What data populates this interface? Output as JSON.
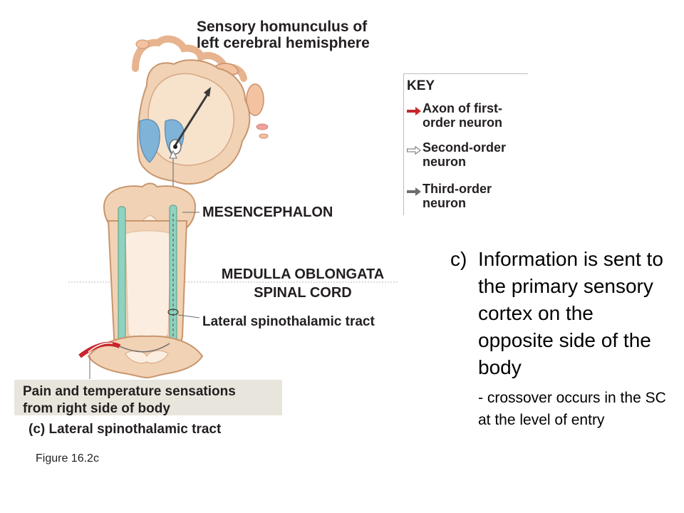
{
  "title": {
    "line1": "Sensory homunculus of",
    "line2": "left cerebral hemisphere"
  },
  "key": {
    "title": "KEY",
    "items": [
      {
        "icon": "red-arrow-icon",
        "color": "#c8262c",
        "line1": "Axon of first-",
        "line2": "order neuron"
      },
      {
        "icon": "hollow-arrow-icon",
        "color": "#ffffff",
        "line1": "Second-order",
        "line2": "neuron"
      },
      {
        "icon": "gray-arrow-icon",
        "color": "#6d6e70",
        "line1": "Third-order",
        "line2": "neuron"
      }
    ]
  },
  "labels": {
    "mesencephalon": "MESENCEPHALON",
    "medulla": "MEDULLA OBLONGATA",
    "spinal_cord": "SPINAL CORD",
    "lateral_tract": "Lateral spinothalamic tract",
    "pain_line1": "Pain and temperature sensations",
    "pain_line2": "from right side of body",
    "caption": "(c)  Lateral spinothalamic tract",
    "figure": "Figure 16.2c"
  },
  "description": {
    "marker": "c)",
    "text": "Information is sent to the primary sensory cortex on the opposite side of the body",
    "sub": "- crossover occurs in the SC at the level of entry"
  },
  "colors": {
    "tract_green": "#8fd2c0",
    "tissue": "#f1d2b4",
    "tissue_dark": "#d9a57c",
    "ventricle_blue": "#7fb3d8",
    "first_order_red": "#c8262c"
  }
}
